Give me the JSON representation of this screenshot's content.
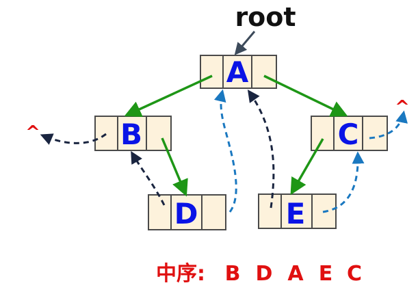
{
  "diagram": {
    "root_label": "root",
    "nodes": {
      "A": {
        "letter": "A"
      },
      "B": {
        "letter": "B"
      },
      "C": {
        "letter": "C"
      },
      "D": {
        "letter": "D"
      },
      "E": {
        "letter": "E"
      }
    },
    "null_symbol": "^",
    "caption": {
      "label": "中序:",
      "sequence": [
        "B",
        "D",
        "A",
        "E",
        "C"
      ]
    },
    "colors": {
      "cell_fill": "#fdf2dc",
      "cell_border": "#4a4a4a",
      "letter": "#0a14e6",
      "child_edge": "#1e9616",
      "pred_thread": "#1a2540",
      "succ_thread": "#1a78c0",
      "root_arrow": "#3c4a5a",
      "null": "#e01010",
      "caption": "#e01010"
    }
  }
}
